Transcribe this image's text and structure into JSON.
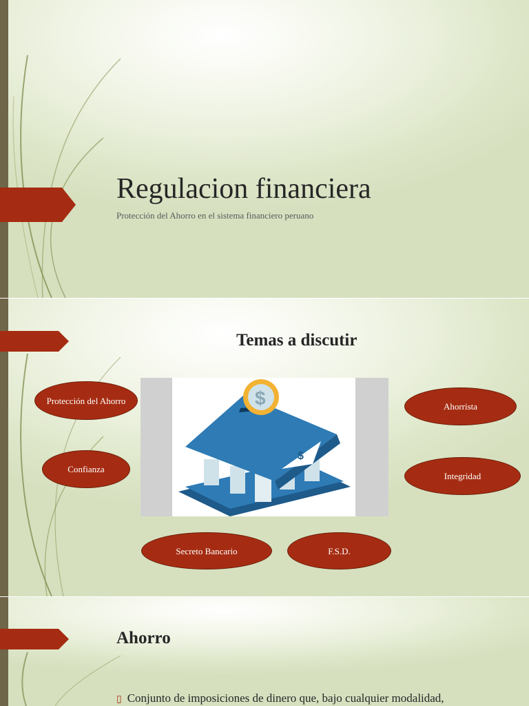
{
  "slide1": {
    "title": "Regulacion financiera",
    "subtitle": "Protección del Ahorro en el sistema financiero peruano"
  },
  "slide2": {
    "title": "Temas a discutir",
    "image": {
      "icon": "bank-dollar-icon",
      "coin_symbol": "$",
      "roof_symbol": "$"
    },
    "ovals": {
      "proteccion": "Protección del Ahorro",
      "confianza": "Confianza",
      "ahorrista": "Ahorrista",
      "integridad": "Integridad",
      "secreto": "Secreto Bancario",
      "fsd": "F.S.D."
    }
  },
  "slide3": {
    "title": "Ahorro",
    "bullet_marker": "▯",
    "bullet": "Conjunto de imposiciones de dinero que, bajo cualquier modalidad,"
  },
  "colors": {
    "accent": "#a52c12",
    "edge_bar": "#6f6548",
    "background": "#eaf0dc",
    "text": "#262626"
  }
}
